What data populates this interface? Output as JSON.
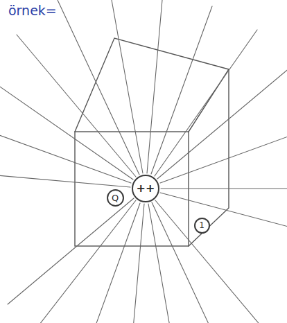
{
  "diagram": {
    "title": "örnek=",
    "nodes": [
      {
        "text": [
          "++"
        ]
      },
      {
        "text": [
          "Q"
        ]
      },
      {
        "text": [
          "1"
        ]
      }
    ]
  }
}
